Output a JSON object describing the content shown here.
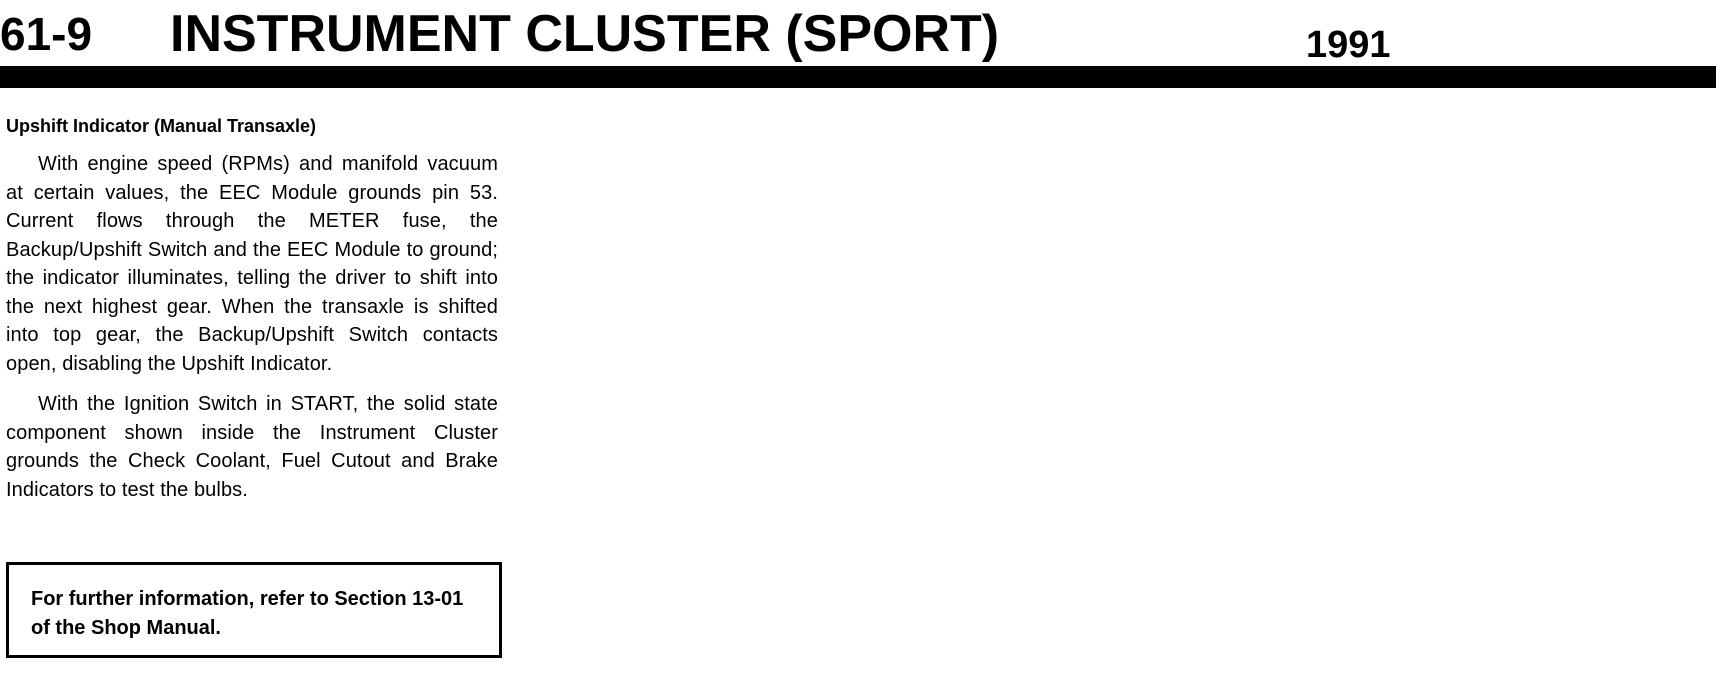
{
  "header": {
    "page_number": "61-9",
    "title": "INSTRUMENT CLUSTER (SPORT)",
    "year": "1991"
  },
  "section": {
    "heading": "Upshift Indicator (Manual Transaxle)",
    "paragraphs": [
      "With engine speed (RPMs) and manifold vacuum at certain values, the EEC Module grounds pin 53. Current flows through the METER fuse, the Backup/Upshift Switch and the EEC Module to ground; the indicator illuminates, telling the driver to shift into the next highest gear. When the transaxle is shifted into top gear, the Backup/Upshift Switch contacts open, disabling the Upshift Indicator.",
      "With the Ignition Switch in START, the solid state component shown inside the Instrument Cluster grounds the Check Coolant, Fuel Cutout and Brake Indicators to test the bulbs."
    ]
  },
  "note": {
    "text": "For further information, refer to Section 13-01 of the Shop Manual."
  }
}
